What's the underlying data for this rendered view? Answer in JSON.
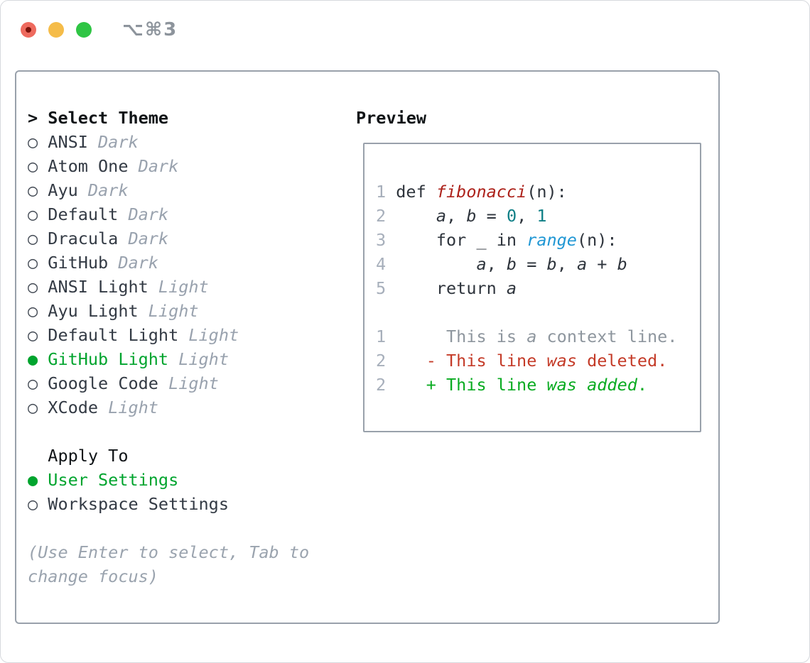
{
  "window": {
    "title": "⌥⌘3",
    "traffic_lights": [
      {
        "name": "close-button",
        "color": "#ee6a5e",
        "has_dot": true,
        "dot_color": "#7b120a"
      },
      {
        "name": "minimize-button",
        "color": "#f5bc49",
        "has_dot": false
      },
      {
        "name": "zoom-button",
        "color": "#2fc544",
        "has_dot": false
      }
    ]
  },
  "theme_panel": {
    "header_prefix": ">",
    "header": "Select Theme",
    "bullet_unselected": "○",
    "bullet_selected": "●",
    "themes": [
      {
        "name": "ANSI",
        "variant": "Dark",
        "selected": false
      },
      {
        "name": "Atom One",
        "variant": "Dark",
        "selected": false
      },
      {
        "name": "Ayu",
        "variant": "Dark",
        "selected": false
      },
      {
        "name": "Default",
        "variant": "Dark",
        "selected": false
      },
      {
        "name": "Dracula",
        "variant": "Dark",
        "selected": false
      },
      {
        "name": "GitHub",
        "variant": "Dark",
        "selected": false
      },
      {
        "name": "ANSI Light",
        "variant": "Light",
        "selected": false
      },
      {
        "name": "Ayu Light",
        "variant": "Light",
        "selected": false
      },
      {
        "name": "Default Light",
        "variant": "Light",
        "selected": false
      },
      {
        "name": "GitHub Light",
        "variant": "Light",
        "selected": true
      },
      {
        "name": "Google Code",
        "variant": "Light",
        "selected": false
      },
      {
        "name": "XCode",
        "variant": "Light",
        "selected": false
      }
    ],
    "selected_theme": "GitHub Light",
    "apply_to": {
      "header": "Apply To",
      "options": [
        {
          "label": "User Settings",
          "selected": true
        },
        {
          "label": "Workspace Settings",
          "selected": false
        }
      ],
      "selected_option": "User Settings"
    },
    "hint_lines": [
      "(Use Enter to select, Tab to",
      "change focus)"
    ]
  },
  "preview": {
    "header": "Preview",
    "code_lines": [
      {
        "n": "1",
        "segs": [
          {
            "t": "def ",
            "s": "plain"
          },
          {
            "t": "fibonacci",
            "s": "func"
          },
          {
            "t": "(n):",
            "s": "plain"
          }
        ]
      },
      {
        "n": "2",
        "segs": [
          {
            "t": "    ",
            "s": "plain"
          },
          {
            "t": "a",
            "s": "var"
          },
          {
            "t": ", ",
            "s": "plain"
          },
          {
            "t": "b",
            "s": "var"
          },
          {
            "t": " = ",
            "s": "plain"
          },
          {
            "t": "0",
            "s": "numlit"
          },
          {
            "t": ", ",
            "s": "plain"
          },
          {
            "t": "1",
            "s": "numlit"
          }
        ]
      },
      {
        "n": "3",
        "segs": [
          {
            "t": "    for _ in ",
            "s": "plain"
          },
          {
            "t": "range",
            "s": "call"
          },
          {
            "t": "(n):",
            "s": "plain"
          }
        ]
      },
      {
        "n": "4",
        "segs": [
          {
            "t": "        ",
            "s": "plain"
          },
          {
            "t": "a",
            "s": "var"
          },
          {
            "t": ", ",
            "s": "plain"
          },
          {
            "t": "b",
            "s": "var"
          },
          {
            "t": " = ",
            "s": "plain"
          },
          {
            "t": "b",
            "s": "var"
          },
          {
            "t": ", ",
            "s": "plain"
          },
          {
            "t": "a",
            "s": "var"
          },
          {
            "t": " + ",
            "s": "plain"
          },
          {
            "t": "b",
            "s": "var"
          }
        ]
      },
      {
        "n": "5",
        "segs": [
          {
            "t": "    return ",
            "s": "plain"
          },
          {
            "t": "a",
            "s": "var"
          }
        ]
      }
    ],
    "diff_lines": [
      {
        "n": "1",
        "segs": [
          {
            "t": "     This is ",
            "s": "ctx"
          },
          {
            "t": "a",
            "s": "ctxi"
          },
          {
            "t": " context line.",
            "s": "ctx"
          }
        ]
      },
      {
        "n": "2",
        "segs": [
          {
            "t": "   - This line ",
            "s": "del"
          },
          {
            "t": "was",
            "s": "deli"
          },
          {
            "t": " deleted.",
            "s": "del"
          }
        ]
      },
      {
        "n": "2",
        "segs": [
          {
            "t": "   + This line ",
            "s": "add"
          },
          {
            "t": "was",
            "s": "addi"
          },
          {
            "t": " ",
            "s": "add"
          },
          {
            "t": "added",
            "s": "addi"
          },
          {
            "t": ".",
            "s": "add"
          }
        ]
      }
    ]
  },
  "colors": {
    "accent_green": "#00a42e",
    "added_green": "#09ab21",
    "deleted_red": "#c43b28",
    "function_red": "#ad221b",
    "number_teal": "#0e7f86",
    "call_blue": "#2097d4",
    "text_dark": "#2e343c",
    "header_black": "#101417",
    "dim_gray": "#99a2ae",
    "line_number_gray": "#a7afbb",
    "context_gray": "#8e969e",
    "panel_border": "#99a1ab",
    "window_border": "#d6d9dd",
    "titlebar_text": "#8d949c",
    "traffic_red": "#ee6a5e",
    "traffic_yellow": "#f5bc49",
    "traffic_green": "#2fc544"
  }
}
